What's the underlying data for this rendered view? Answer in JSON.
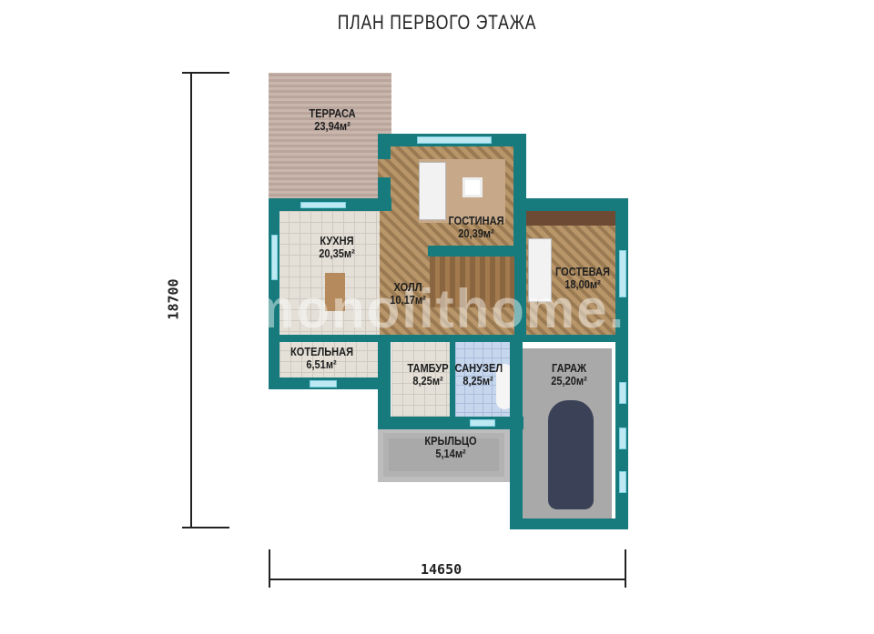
{
  "title": "ПЛАН ПЕРВОГО ЭТАЖА",
  "dimensions": {
    "height": "18700",
    "width": "14650"
  },
  "rooms": {
    "terrace": {
      "name": "ТЕРРАСА",
      "area": "23,94м²"
    },
    "living": {
      "name": "ГОСТИНАЯ",
      "area": "20,39м²"
    },
    "kitchen": {
      "name": "КУХНЯ",
      "area": "20,35м²"
    },
    "hall": {
      "name": "ХОЛЛ",
      "area": "10,17м²"
    },
    "guest": {
      "name": "ГОСТЕВАЯ",
      "area": "18,00м²"
    },
    "boiler": {
      "name": "КОТЕЛЬНАЯ",
      "area": "6,51м²"
    },
    "vestibule": {
      "name": "ТАМБУР",
      "area": "8,25м²"
    },
    "bathroom": {
      "name": "САНУЗЕЛ",
      "area": "8,25м²"
    },
    "garage": {
      "name": "ГАРАЖ",
      "area": "25,20м²"
    },
    "porch": {
      "name": "КРЫЛЬЦО",
      "area": "5,14м²"
    }
  },
  "watermark": "monolithome.ru",
  "colors": {
    "wall": "#177b7e"
  }
}
